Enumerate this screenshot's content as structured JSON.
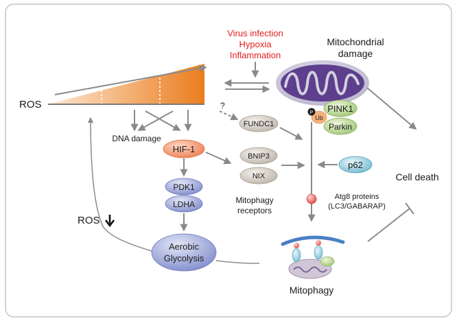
{
  "inputs": {
    "virus_infection": "Virus infection",
    "hypoxia": "Hypoxia",
    "inflammation": "Inflammation"
  },
  "mito_damage": {
    "line1": "Mitochondrial",
    "line2": "damage"
  },
  "ros": "ROS",
  "ros_down": "ROS",
  "question": "?",
  "dna_damage": "DNA damage",
  "nodes": {
    "fundc1": "FUNDC1",
    "pink1": "PINK1",
    "parkin": "Parkin",
    "p_label": "P",
    "ub_label": "Ub",
    "hif1": "HIF-1",
    "bnip3": "BNIP3",
    "nix": "NIX",
    "p62": "p62",
    "pdk1": "PDK1",
    "ldha": "LDHA",
    "aerobic": "Aerobic",
    "glycolysis": "Glycolysis"
  },
  "mitophagy_receptors": {
    "line1": "Mitophagy",
    "line2": "receptors"
  },
  "atg8": {
    "line1": "Atg8 proteins",
    "line2": "(LC3/GABARAP)"
  },
  "cell_death": "Cell death",
  "mitophagy": "Mitophagy",
  "colors": {
    "red_text": "#e0201e",
    "arrow": "#8a8a8a",
    "gradient_orange": "#ee8a2a",
    "mito_purple": "#6a4b9a"
  }
}
